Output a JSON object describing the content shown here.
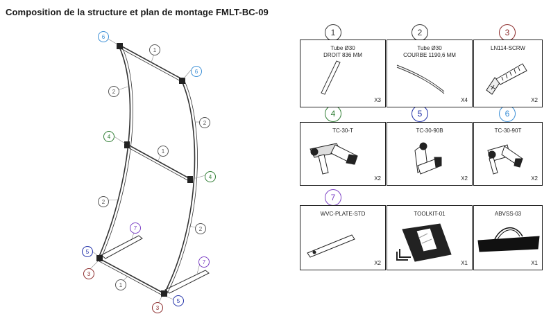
{
  "title": "Composition de la structure et plan de montage FMLT-BC-09",
  "parts": [
    {
      "num": "1",
      "label_line1": "Tube Ø30",
      "label_line2": "DROIT 836 MM",
      "qty": "X3",
      "color": "#333333"
    },
    {
      "num": "2",
      "label_line1": "Tube Ø30",
      "label_line2": "COURBE 1190,6 MM",
      "qty": "X4",
      "color": "#333333"
    },
    {
      "num": "3",
      "label_line1": "LN114-SCRW",
      "label_line2": "",
      "qty": "X2",
      "color": "#8b2a2a"
    },
    {
      "num": "4",
      "label_line1": "TC-30-T",
      "label_line2": "",
      "qty": "X2",
      "color": "#2e7d32"
    },
    {
      "num": "5",
      "label_line1": "TC-30-90B",
      "label_line2": "",
      "qty": "X2",
      "color": "#1f2fa8"
    },
    {
      "num": "6",
      "label_line1": "TC-30-90T",
      "label_line2": "",
      "qty": "X2",
      "color": "#3b8fd6"
    },
    {
      "num": "7",
      "label_line1": "WVC-PLATE-STD",
      "label_line2": "",
      "qty": "X2",
      "color": "#7b3fc4"
    },
    {
      "num": "",
      "label_line1": "TOOLKIT-01",
      "label_line2": "",
      "qty": "X1",
      "color": "#333333"
    },
    {
      "num": "",
      "label_line1": "ABVSS-03",
      "label_line2": "",
      "qty": "X1",
      "color": "#333333"
    }
  ],
  "callouts": {
    "c6a": "6",
    "c1a": "1",
    "c6b": "6",
    "c2a": "2",
    "c2b": "2",
    "c4a": "4",
    "c1b": "1",
    "c4b": "4",
    "c2c": "2",
    "c7a": "7",
    "c2d": "2",
    "c5a": "5",
    "c3a": "3",
    "c7b": "7",
    "c1c": "1",
    "c3b": "3",
    "c5b": "5"
  }
}
